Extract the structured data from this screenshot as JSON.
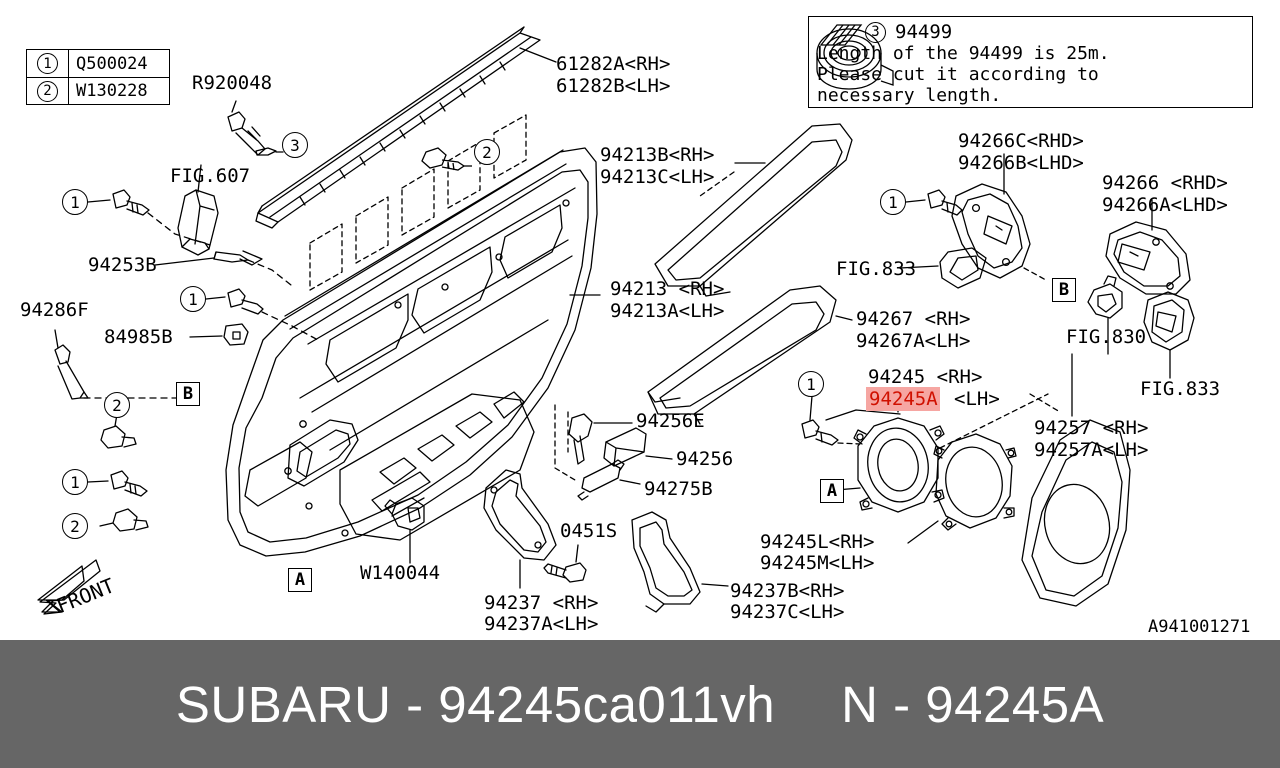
{
  "document": {
    "type": "subaru-parts-diagram",
    "diagram_code": "A941001271",
    "title_banner": {
      "brand_and_number": "SUBARU - 94245ca011vh",
      "selected_part": "N - 94245A",
      "background_color": "#666666",
      "text_color": "#ffffff"
    },
    "orientation_marker": "FRONT"
  },
  "parts_table": {
    "rows": [
      {
        "index": "1",
        "code": "Q500024"
      },
      {
        "index": "2",
        "code": "W130228"
      }
    ]
  },
  "note_box": {
    "index": "3",
    "code": "94499",
    "line1": "Length of the 94499 is 25m.",
    "line2": "Please cut it according to",
    "line3": "necessary length."
  },
  "highlight": {
    "part_number": "94245A",
    "background_color": "#f6a6a2",
    "text_color": "#d01000"
  },
  "labels": [
    {
      "id": "r920048",
      "text": "R920048"
    },
    {
      "id": "fig607",
      "text": "FIG.607"
    },
    {
      "id": "p61282a",
      "text": "61282A<RH>"
    },
    {
      "id": "p61282b",
      "text": "61282B<LH>"
    },
    {
      "id": "p94213b",
      "text": "94213B<RH>"
    },
    {
      "id": "p94213c",
      "text": "94213C<LH>"
    },
    {
      "id": "p94213",
      "text": "94213 <RH>"
    },
    {
      "id": "p94213a",
      "text": "94213A<LH>"
    },
    {
      "id": "p94253b",
      "text": "94253B"
    },
    {
      "id": "p94286f",
      "text": "94286F"
    },
    {
      "id": "p84985b",
      "text": "84985B"
    },
    {
      "id": "p94256e",
      "text": "94256E"
    },
    {
      "id": "p94256",
      "text": "94256"
    },
    {
      "id": "p94275b",
      "text": "94275B"
    },
    {
      "id": "w140044",
      "text": "W140044"
    },
    {
      "id": "p0451s",
      "text": "0451S"
    },
    {
      "id": "p94237",
      "text": "94237 <RH>"
    },
    {
      "id": "p94237a",
      "text": "94237A<LH>"
    },
    {
      "id": "p94237b",
      "text": "94237B<RH>"
    },
    {
      "id": "p94237c",
      "text": "94237C<LH>"
    },
    {
      "id": "p94266c",
      "text": "94266C<RHD>"
    },
    {
      "id": "p94266b",
      "text": "94266B<LHD>"
    },
    {
      "id": "p94266",
      "text": "94266 <RHD>"
    },
    {
      "id": "p94266a",
      "text": "94266A<LHD>"
    },
    {
      "id": "fig833a",
      "text": "FIG.833"
    },
    {
      "id": "fig830",
      "text": "FIG.830"
    },
    {
      "id": "fig833b",
      "text": "FIG.833"
    },
    {
      "id": "p94267",
      "text": "94267 <RH>"
    },
    {
      "id": "p94267a",
      "text": "94267A<LH>"
    },
    {
      "id": "p94245",
      "text": "94245 <RH>"
    },
    {
      "id": "p94245a_lh",
      "text": "<LH>"
    },
    {
      "id": "p94257",
      "text": "94257 <RH>"
    },
    {
      "id": "p94257a",
      "text": "94257A<LH>"
    },
    {
      "id": "p94245l",
      "text": "94245L<RH>"
    },
    {
      "id": "p94245m",
      "text": "94245M<LH>"
    }
  ],
  "callouts": {
    "circles": [
      {
        "id": "c-top-3",
        "value": "3"
      },
      {
        "id": "c-top-2",
        "value": "2"
      },
      {
        "id": "c-left-1a",
        "value": "1"
      },
      {
        "id": "c-left-1b",
        "value": "1"
      },
      {
        "id": "c-left-2a",
        "value": "2"
      },
      {
        "id": "c-left-1c",
        "value": "1"
      },
      {
        "id": "c-left-2b",
        "value": "2"
      },
      {
        "id": "c-right-1",
        "value": "1"
      },
      {
        "id": "c-spk-1",
        "value": "1"
      }
    ],
    "boxes": [
      {
        "id": "b-left-B",
        "value": "B"
      },
      {
        "id": "b-left-A",
        "value": "A"
      },
      {
        "id": "b-right-B",
        "value": "B"
      },
      {
        "id": "b-spk-A",
        "value": "A"
      }
    ]
  }
}
